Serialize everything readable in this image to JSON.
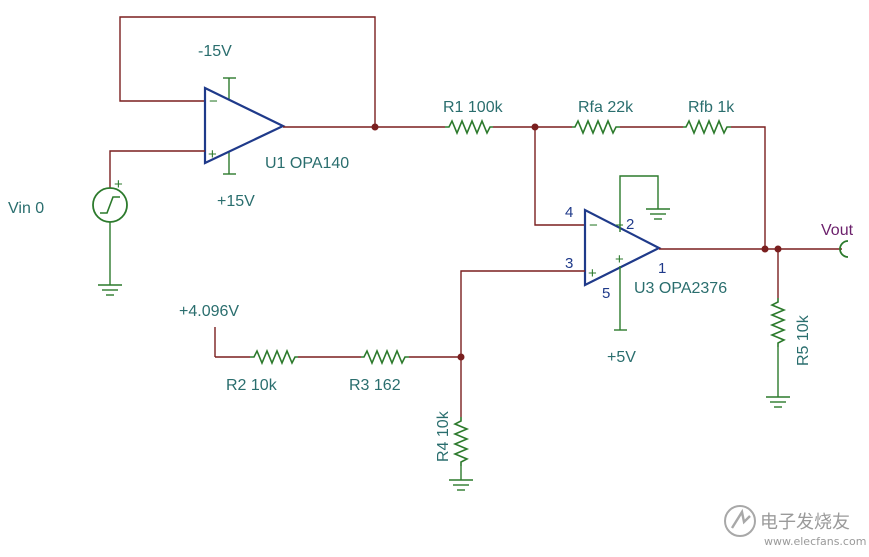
{
  "labels": {
    "neg15": "-15V",
    "pos15": "+15V",
    "u1": "U1 OPA140",
    "vin": "Vin 0",
    "r1": "R1 100k",
    "rfa": "Rfa 22k",
    "rfb": "Rfb 1k",
    "u3": "U3 OPA2376",
    "vout": "Vout",
    "ref": "+4.096V",
    "r2": "R2 10k",
    "r3": "R3 162",
    "r4": "R4 10k",
    "r5": "R5 10k",
    "pos5": "+5V"
  },
  "pins": {
    "p4": "4",
    "p2": "2",
    "p3": "3",
    "p1": "1",
    "p5": "5"
  },
  "watermark": {
    "main": "电子发烧友",
    "url": "www.elecfans.com"
  }
}
